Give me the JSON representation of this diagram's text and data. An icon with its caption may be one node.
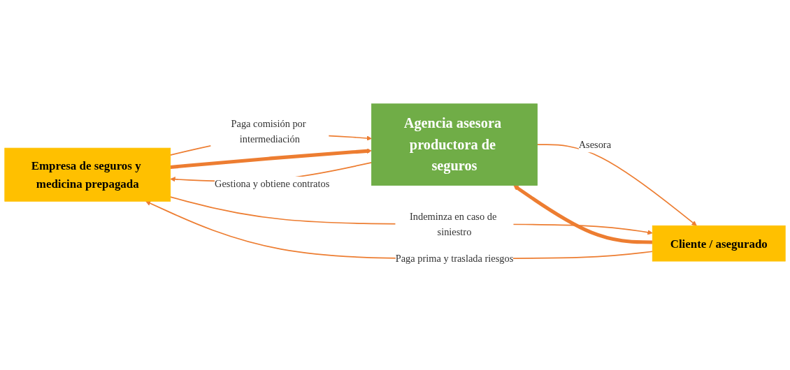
{
  "diagram": {
    "nodes": [
      {
        "text": [
          "Empresa de seguros y medicina prepagada"
        ]
      },
      {
        "text": [
          "Agencia asesora productora de seguros"
        ]
      },
      {
        "text": [
          "Cliente / asegurado"
        ]
      }
    ],
    "edges": [
      {
        "from": 0,
        "to": 1,
        "arrow": "to",
        "label": "Paga comisión por intermediación"
      },
      {
        "from": 0,
        "to": 1,
        "arrow": "to",
        "style": "thick"
      },
      {
        "from": 1,
        "to": 2,
        "arrow": "to",
        "label": "Asesora"
      },
      {
        "from": 2,
        "to": 1,
        "arrow": "to",
        "style": "thick"
      },
      {
        "from": 1,
        "to": 0,
        "arrow": "to",
        "label": "Gestiona y obtiene contratos"
      },
      {
        "from": 0,
        "to": 2,
        "arrow": "to",
        "label": "Indeminza en caso de siniestro"
      },
      {
        "from": 2,
        "to": 0,
        "arrow": "to",
        "label": "Paga prima y traslada riesgos"
      }
    ]
  }
}
